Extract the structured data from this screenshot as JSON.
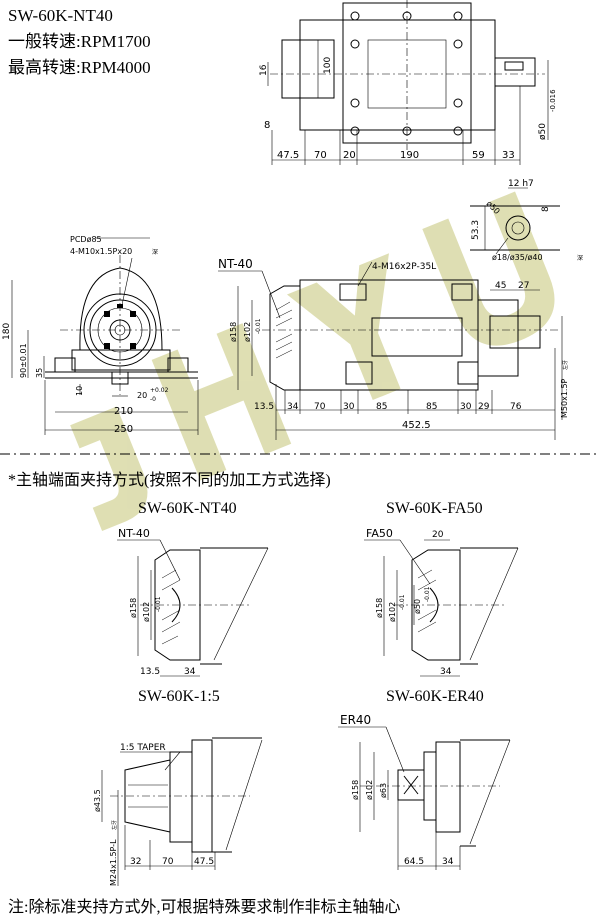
{
  "header": {
    "model": "SW-60K-NT40",
    "normal_speed_label": "一般转速:",
    "normal_speed_value": "RPM1700",
    "max_speed_label": "最高转速:",
    "max_speed_value": "RPM4000"
  },
  "top_view": {
    "dims": [
      "16",
      "100",
      "8",
      "47.5",
      "70",
      "20",
      "190",
      "59",
      "33"
    ],
    "shaft_dia": "ø50",
    "shaft_tol": "-0.016"
  },
  "keyway_detail": {
    "width": "12 h7",
    "height_53": "53.3",
    "right_8": "8",
    "ring_label": "ø50",
    "shaft_dias": "ø18/ø35/ø40",
    "depth_tag": "深"
  },
  "front_view": {
    "pcd": "PCDø85",
    "bolt": "4-M10x1.5Px20",
    "bolt_tag": "深",
    "height": "180",
    "center": "90±0.01",
    "d35": "35",
    "d10": "10",
    "key": "20",
    "key_tol_top": "+0.02",
    "key_tol_bot": "-0",
    "width_210": "210",
    "width_250": "250"
  },
  "side_view": {
    "nt_label": "NT-40",
    "mount_bolt": "4-M16x2P-35L",
    "d158": "ø158",
    "d102": "ø102",
    "d102_tol": "-0.01",
    "d45": "45",
    "d27": "27",
    "thread": "M50x1.5P",
    "thread_tag": "左牙",
    "segments": [
      "13.5",
      "34",
      "70",
      "30",
      "85",
      "85",
      "30",
      "29",
      "76"
    ],
    "total": "452.5"
  },
  "section": {
    "title": "*主轴端面夹持方式(按照不同的加工方式选择)"
  },
  "variants": [
    {
      "title": "SW-60K-NT40",
      "label": "NT-40",
      "d_outer": "ø158",
      "d_inner": "ø102",
      "d_inner_tol": "-0.01",
      "dim_a": "13.5",
      "dim_b": "34"
    },
    {
      "title": "SW-60K-FA50",
      "label": "FA50",
      "top_dim": "20",
      "d_outer": "ø158",
      "d_inner": "ø102",
      "d_inner_tol": "-0.01",
      "d_small": "ø50",
      "d_small_tol": "-0.01",
      "dim_b": "34"
    },
    {
      "title": "SW-60K-1:5",
      "label": "1:5 TAPER",
      "d_taper": "ø43.5",
      "thread": "M24x1.5P-L",
      "thread_tag": "左牙",
      "dims": [
        "32",
        "70",
        "47.5"
      ]
    },
    {
      "title": "SW-60K-ER40",
      "label": "ER40",
      "d_outer": "ø158",
      "d_mid": "ø102",
      "d_small": "ø63",
      "dim_a": "64.5",
      "dim_b": "34"
    }
  ],
  "footer": {
    "note": "注:除标准夹持方式外,可根据特殊要求制作非标主轴轴心"
  },
  "watermark": {
    "letters": "JHYU",
    "color": "#c9c98a"
  }
}
